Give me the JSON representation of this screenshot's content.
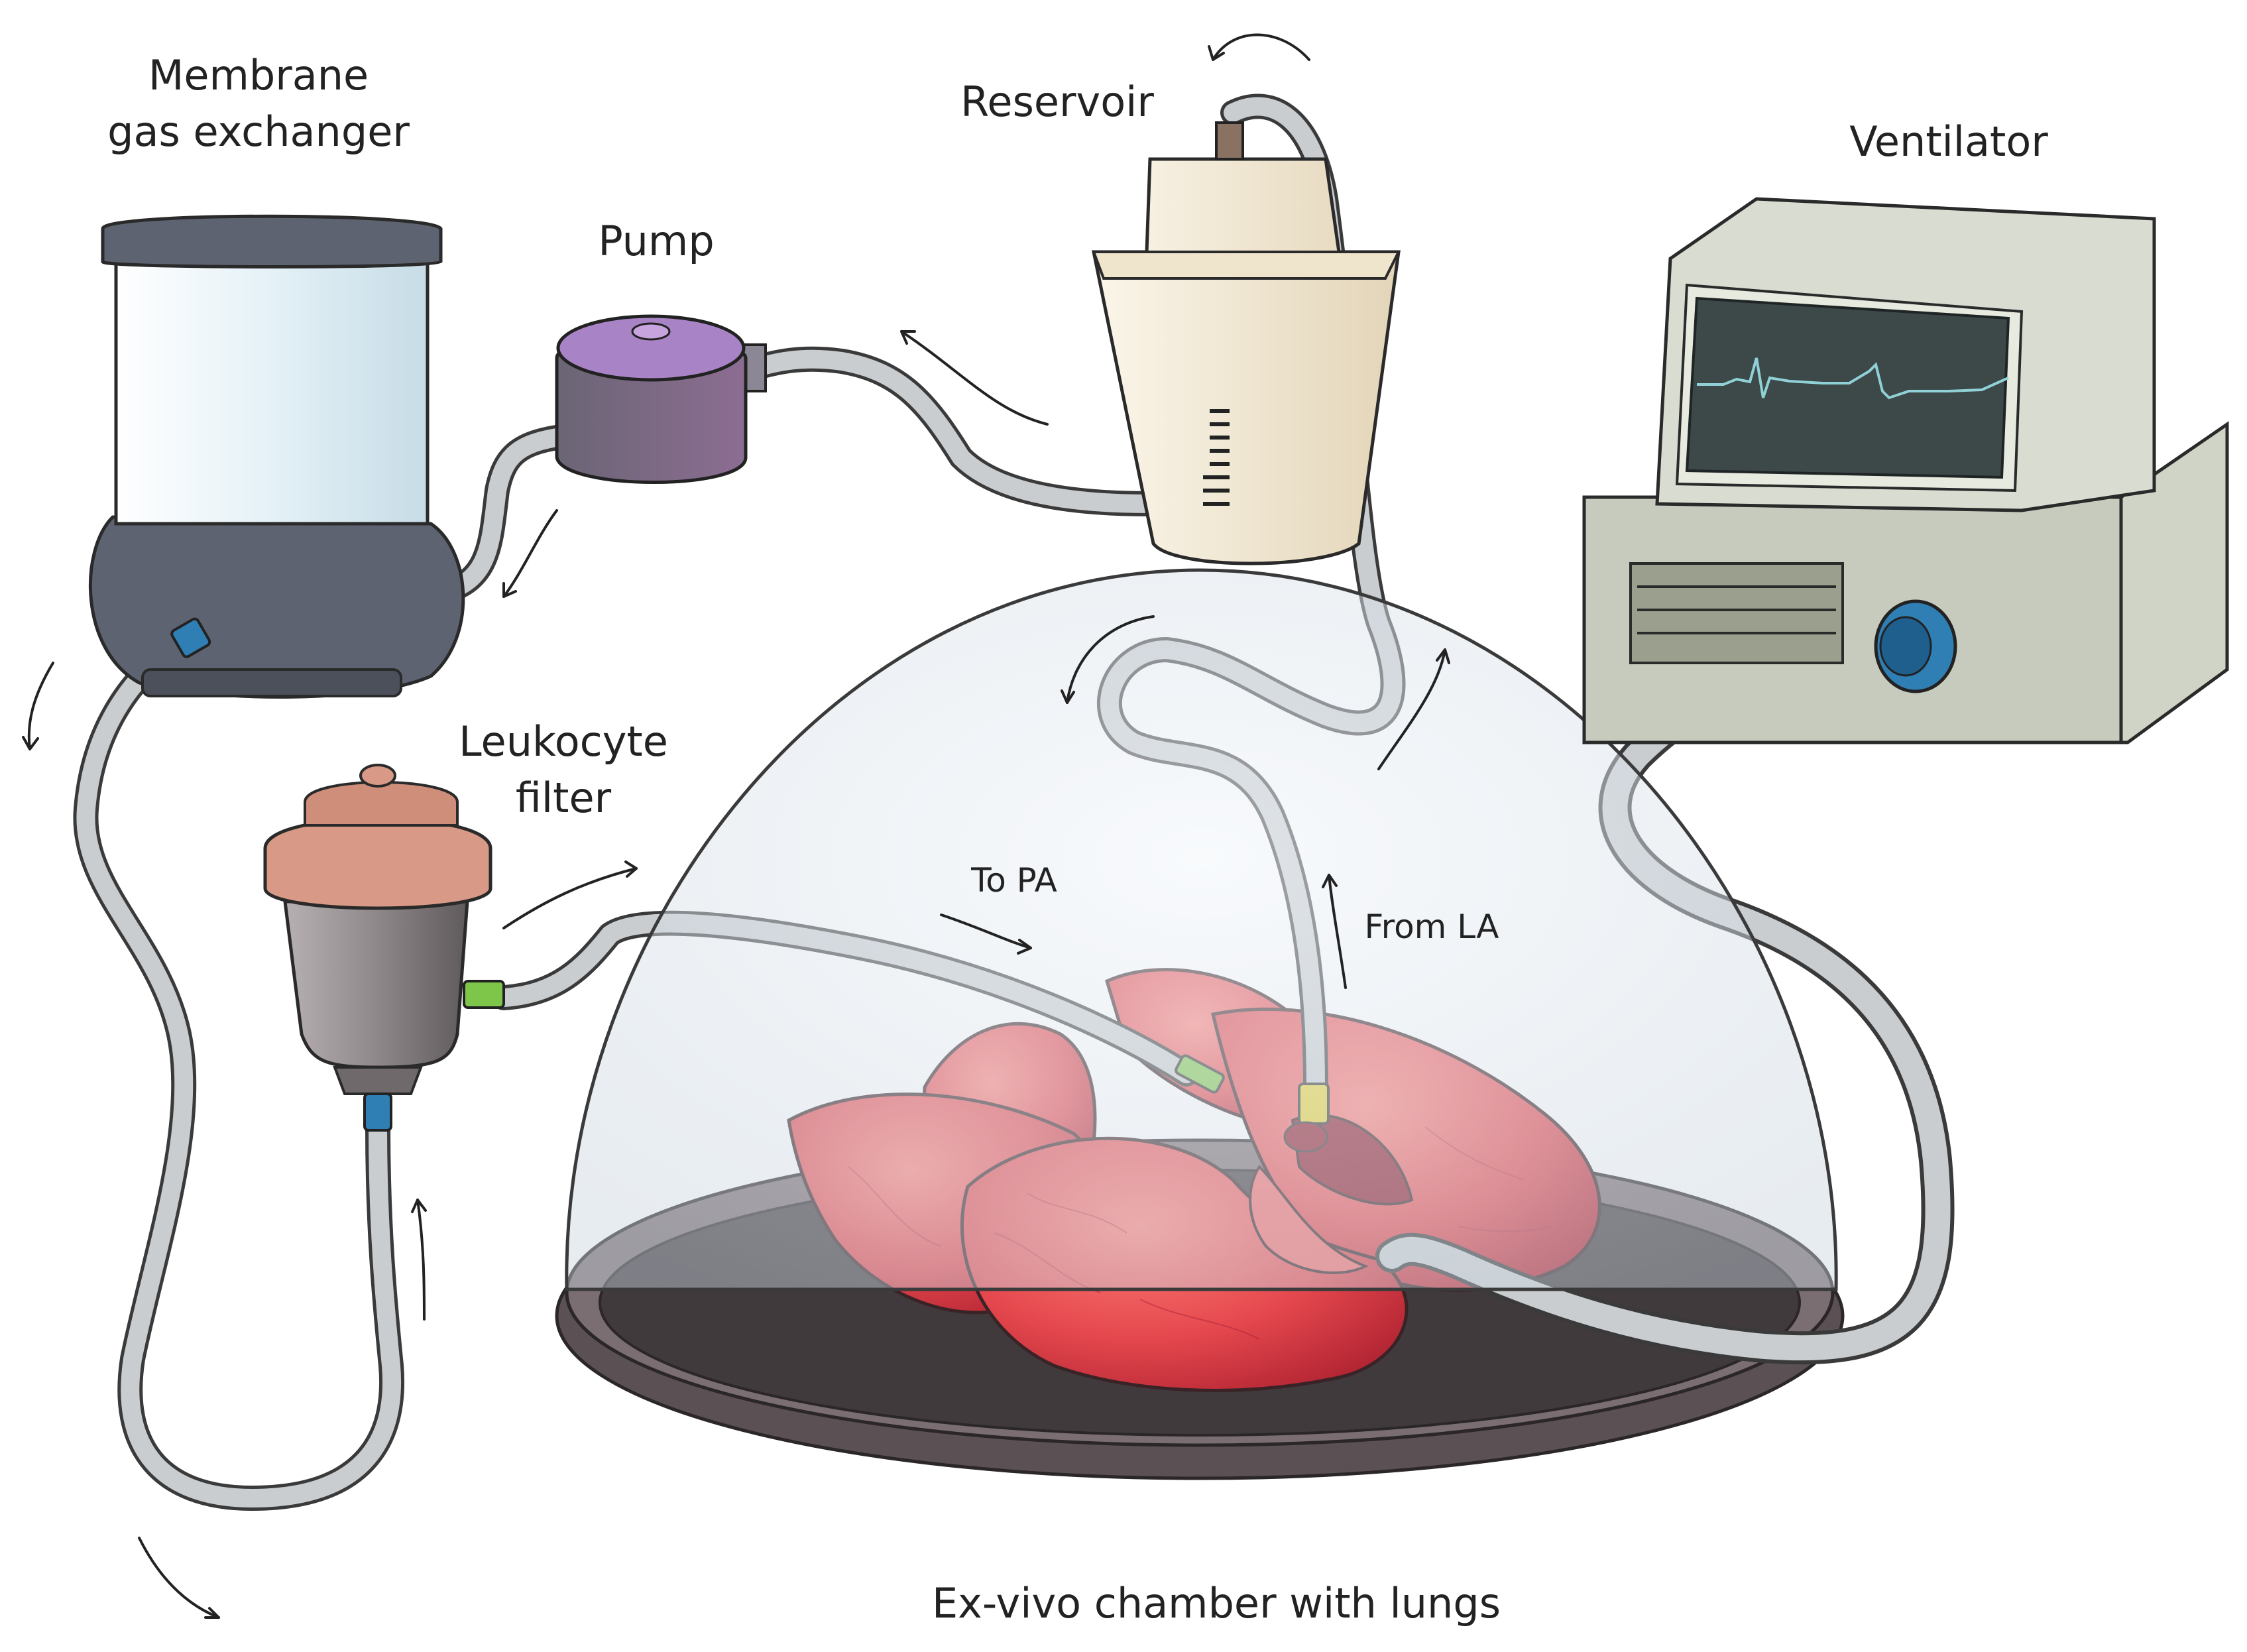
{
  "labels": {
    "gas_exchanger": [
      "Membrane",
      "gas exchanger"
    ],
    "pump": "Pump",
    "reservoir": "Reservoir",
    "ventilator": "Ventilator",
    "leukocyte_filter": [
      "Leukocyte",
      "filter"
    ],
    "to_pa": "To PA",
    "from_la": "From LA",
    "chamber": "Ex-vivo chamber with lungs"
  },
  "colors": {
    "tube": "#c9cdd0",
    "tube_outline": "#3a3a3a",
    "lung": "#e0464c",
    "lung_dark": "#b7222f",
    "dome": "#dfe7ee",
    "dish": "#4a4447",
    "pump_body": "#5d5866",
    "pump_top": "#a883c5",
    "reservoir": "#f1e7d3",
    "exchanger_glass": "#dfeef5",
    "exchanger_base": "#5d6370",
    "filter_cap": "#d89a86",
    "filter_body": "#8a8486",
    "ventilator_body": "#cfd4c6",
    "ventilator_screen": "#3d4848",
    "ventilator_trace": "#8fd1d6",
    "connector_blue": "#2f7fb4",
    "connector_green": "#7ec64a",
    "connector_yellow": "#e6d23a"
  }
}
